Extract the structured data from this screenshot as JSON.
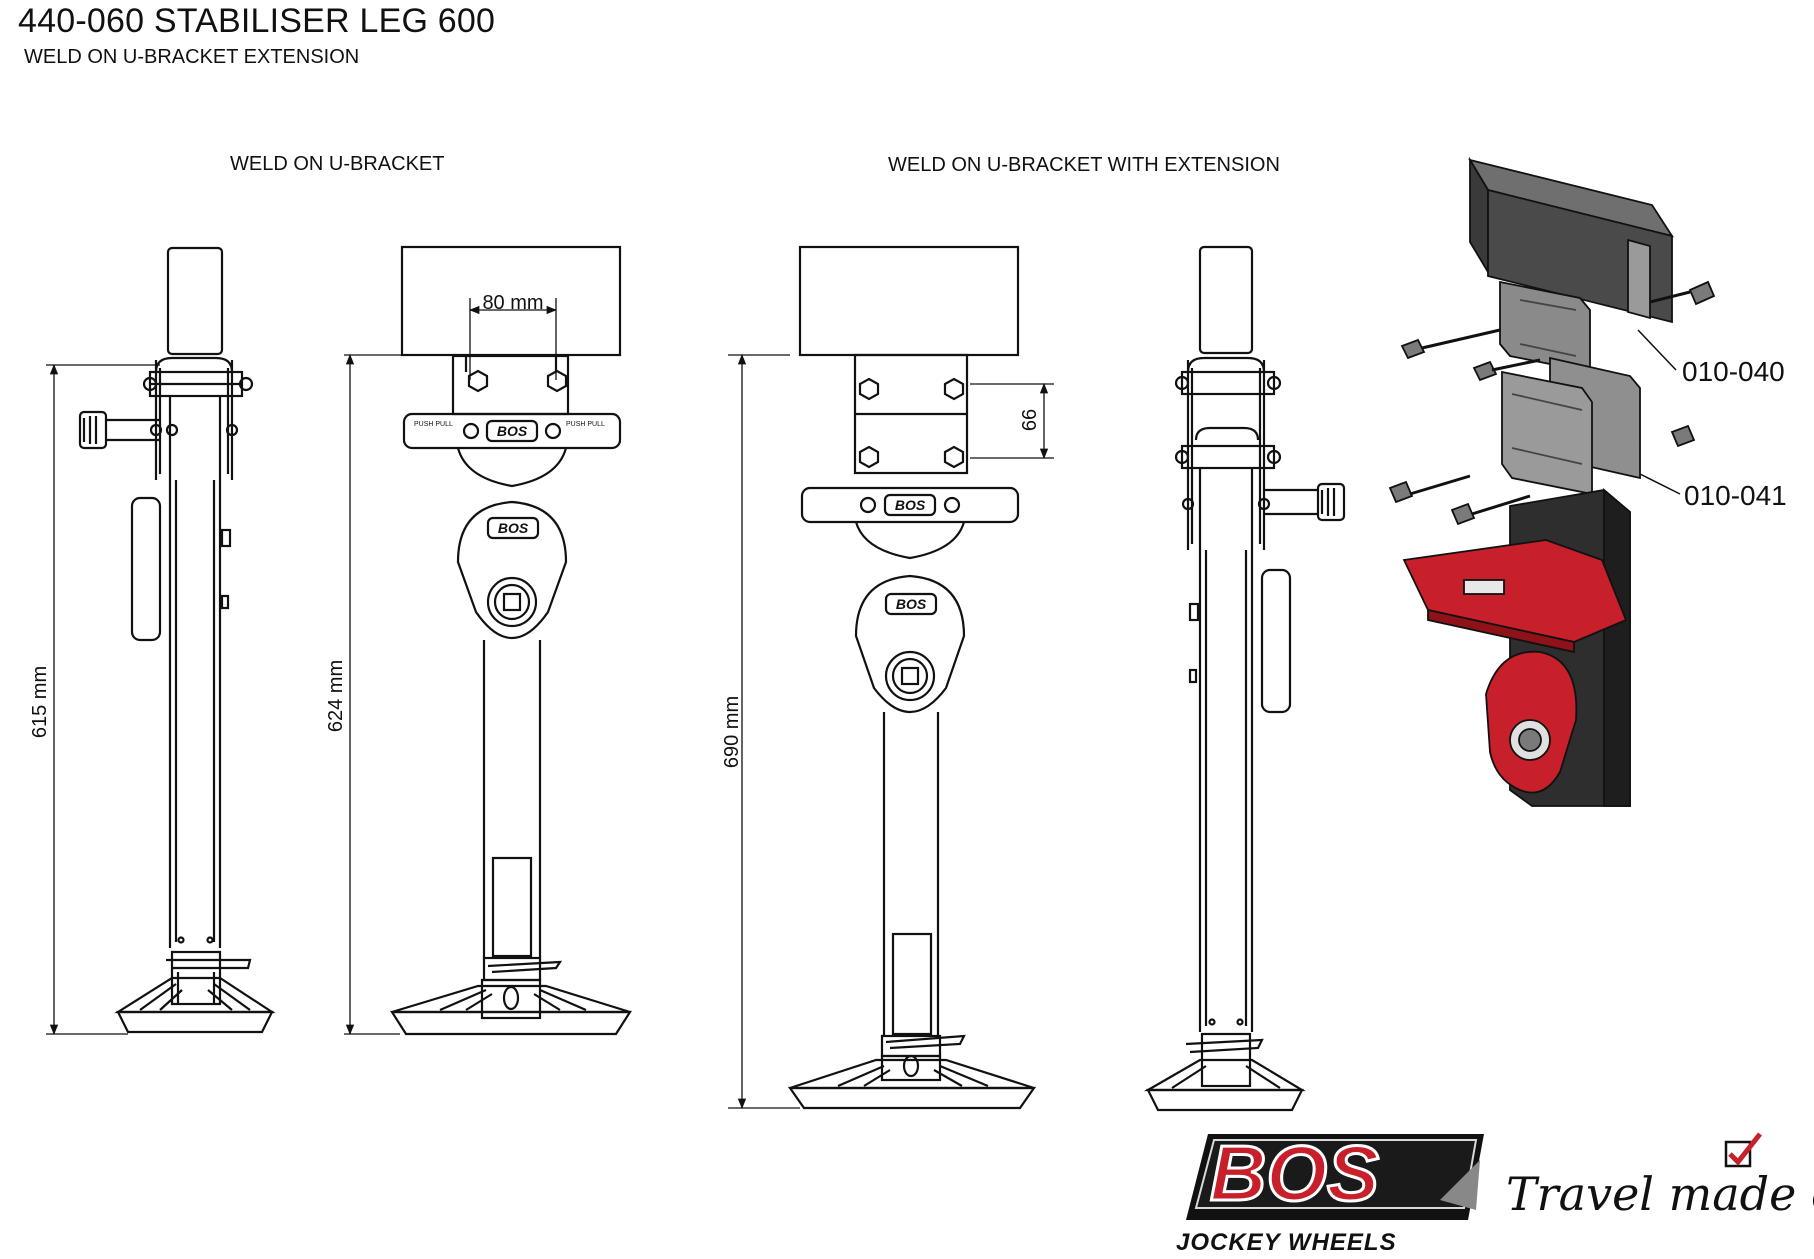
{
  "header": {
    "title": "440-060 STABILISER LEG 600",
    "subtitle": "WELD ON U-BRACKET EXTENSION"
  },
  "sections": {
    "left_label": "WELD ON U-BRACKET",
    "right_label": "WELD ON U-BRACKET WITH EXTENSION"
  },
  "dimensions": {
    "side_height": "615 mm",
    "front_height": "624 mm",
    "bracket_width": "80 mm",
    "ext_height": "690 mm",
    "ext_spacing": "66"
  },
  "parts": {
    "upper_bracket": "010-040",
    "lower_bracket": "010-041"
  },
  "badges": {
    "push_pull": "PUSH PULL",
    "brand_small": "BOS"
  },
  "logo": {
    "word": "BOS",
    "subtext": "JOCKEY WHEELS",
    "tagline": "Travel made easy"
  },
  "colors": {
    "line": "#111111",
    "accent_red": "#c8202a",
    "part_dark": "#2e2e2e",
    "part_grey": "#8a8a8a"
  }
}
